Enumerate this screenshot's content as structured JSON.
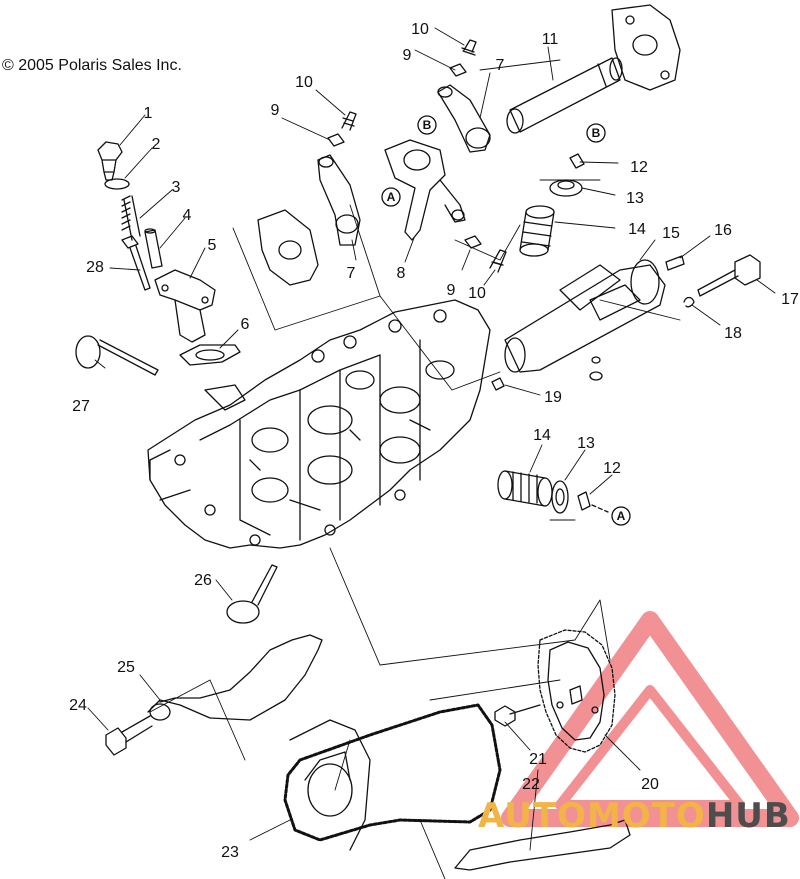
{
  "copyright": "© 2005 Polaris Sales Inc.",
  "callouts": [
    {
      "id": "c1",
      "label": "1"
    },
    {
      "id": "c2",
      "label": "2"
    },
    {
      "id": "c3",
      "label": "3"
    },
    {
      "id": "c4",
      "label": "4"
    },
    {
      "id": "c5",
      "label": "5"
    },
    {
      "id": "c6",
      "label": "6"
    },
    {
      "id": "c7a",
      "label": "7"
    },
    {
      "id": "c7b",
      "label": "7"
    },
    {
      "id": "c8",
      "label": "8"
    },
    {
      "id": "c9a",
      "label": "9"
    },
    {
      "id": "c9b",
      "label": "9"
    },
    {
      "id": "c9c",
      "label": "9"
    },
    {
      "id": "c10a",
      "label": "10"
    },
    {
      "id": "c10b",
      "label": "10"
    },
    {
      "id": "c10c",
      "label": "10"
    },
    {
      "id": "c11",
      "label": "11"
    },
    {
      "id": "c12a",
      "label": "12"
    },
    {
      "id": "c12b",
      "label": "12"
    },
    {
      "id": "c13a",
      "label": "13"
    },
    {
      "id": "c13b",
      "label": "13"
    },
    {
      "id": "c14a",
      "label": "14"
    },
    {
      "id": "c14b",
      "label": "14"
    },
    {
      "id": "c15",
      "label": "15"
    },
    {
      "id": "c16",
      "label": "16"
    },
    {
      "id": "c17",
      "label": "17"
    },
    {
      "id": "c18",
      "label": "18"
    },
    {
      "id": "c19",
      "label": "19"
    },
    {
      "id": "c20",
      "label": "20"
    },
    {
      "id": "c21",
      "label": "21"
    },
    {
      "id": "c22",
      "label": "22"
    },
    {
      "id": "c23",
      "label": "23"
    },
    {
      "id": "c24",
      "label": "24"
    },
    {
      "id": "c25",
      "label": "25"
    },
    {
      "id": "c26",
      "label": "26"
    },
    {
      "id": "c27",
      "label": "27"
    },
    {
      "id": "c28",
      "label": "28"
    }
  ],
  "ref_markers": [
    {
      "id": "mA1",
      "label": "A"
    },
    {
      "id": "mA2",
      "label": "A"
    },
    {
      "id": "mB1",
      "label": "B"
    },
    {
      "id": "mB2",
      "label": "B"
    }
  ],
  "watermark": {
    "part_a": "AUTOMOTO",
    "part_b": "HUB"
  },
  "colors": {
    "line": "#111111",
    "watermark_red": "#e8383d",
    "watermark_orange": "#f2b347",
    "watermark_gray": "#4d4d4d"
  }
}
